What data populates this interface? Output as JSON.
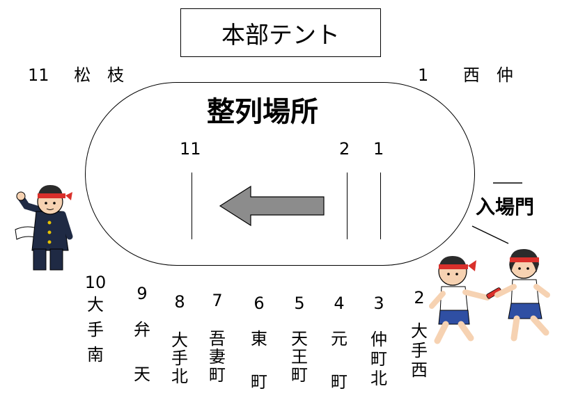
{
  "headquarters_tent": "本部テント",
  "assembly_area": "整列場所",
  "entrance_gate": "入場門",
  "top_left_group": {
    "num": "11",
    "name": "松　枝"
  },
  "top_right_group": {
    "num": "1",
    "name": "西　仲"
  },
  "row_labels": {
    "row11": "11",
    "row2": "2",
    "row1": "1"
  },
  "bottom_teams": [
    {
      "num": "10",
      "chars": [
        "大",
        "手",
        "南"
      ]
    },
    {
      "num": "9",
      "chars": [
        "弁",
        "",
        "天"
      ]
    },
    {
      "num": "8",
      "chars": [
        "大",
        "手",
        "北"
      ]
    },
    {
      "num": "7",
      "chars": [
        "吾",
        "妻",
        "町"
      ]
    },
    {
      "num": "6",
      "chars": [
        "東",
        "",
        "町"
      ]
    },
    {
      "num": "5",
      "chars": [
        "天",
        "王",
        "町"
      ]
    },
    {
      "num": "4",
      "chars": [
        "元",
        "",
        "町"
      ]
    },
    {
      "num": "3",
      "chars": [
        "仲",
        "町",
        "北"
      ]
    },
    {
      "num": "2",
      "chars": [
        "大",
        "手",
        "西"
      ]
    }
  ],
  "colors": {
    "arrow_fill": "#8c8c8c",
    "cheer_uniform": "#1f2a44",
    "headband": "#d9302b",
    "runner_shorts": "#2f4fa3"
  },
  "illustrations": [
    "cheerleader-illustration",
    "relay-runners-illustration"
  ]
}
